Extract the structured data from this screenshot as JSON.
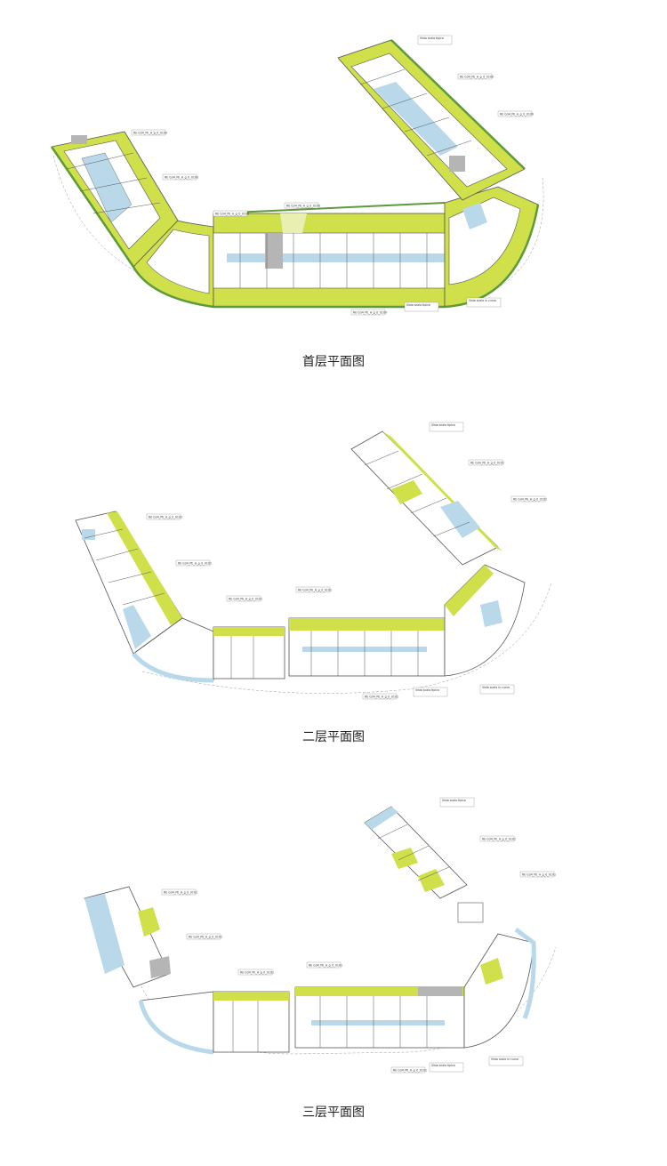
{
  "colors": {
    "lime": "#cfe04a",
    "green": "#5e9a3b",
    "blue": "#b9d9ea",
    "grey": "#b5b5b5",
    "line": "#555555",
    "room": "#ffffff"
  },
  "plans": [
    {
      "id": "ground",
      "caption": "首层平面图",
      "tags": [
        "Vista scala tipica",
        "RE G34_PE_A_g_0_0100",
        "RE G34_PE_A_g_0_0100",
        "RE G34_PE_A_g_0_0100",
        "RE G34_PE_A_g_0_0100",
        "RE G34_PE_A_g_0_0100",
        "RE G34_PE_A_g_0_0100",
        "RE G34_PE_A_g_0_0100",
        "Vista scala tipica",
        "Vista scala in curva"
      ]
    },
    {
      "id": "second",
      "caption": "二层平面图",
      "tags": [
        "Vista scala tipica",
        "RE G34_PE_A_g_0_0101",
        "RE G34_PE_A_g_0_0101",
        "RE G34_PE_A_g_0_0101",
        "RE G34_PE_A_g_0_0101",
        "RE G34_PE_A_g_0_0101",
        "RE G34_PE_A_g_0_0101",
        "RE G34_PE_A_g_0_0101",
        "Vista scala tipica",
        "Vista scala in curva"
      ]
    },
    {
      "id": "third",
      "caption": "三层平面图",
      "tags": [
        "Vista scala tipica",
        "RE G34_PE_A_g_0_0101",
        "RE G34_PE_A_g_0_0101",
        "RE G34_PE_A_g_0_0101",
        "RE G34_PE_A_g_0_0101",
        "RE G34_PE_A_g_0_0101",
        "RE G34_PE_A_g_0_0101",
        "RE G34_PE_A_g_0_0101",
        "Vista scala tipica",
        "Vista scala in curva"
      ]
    }
  ]
}
